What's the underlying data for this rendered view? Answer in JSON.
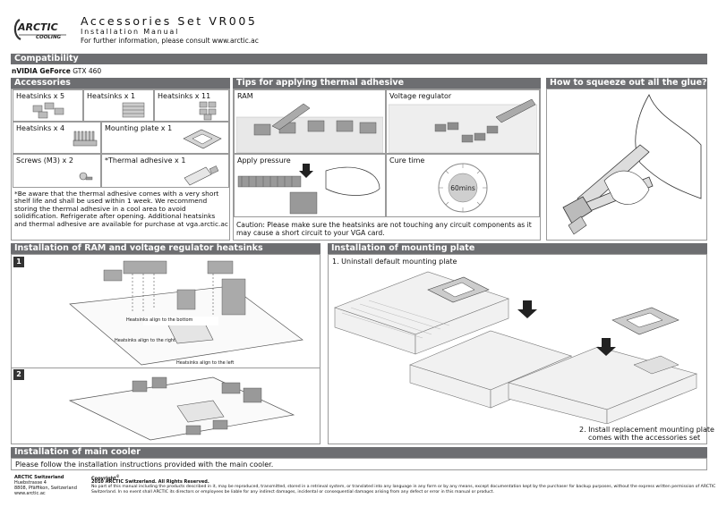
{
  "header": {
    "logo_text_top": "ARCTIC",
    "logo_text_bottom": "COOLING",
    "title": "Accessories Set VR005",
    "subtitle": "Installation Manual",
    "info": "For further information, please consult www.arctic.ac"
  },
  "compatibility": {
    "heading": "Compatibility",
    "brand": "nVIDIA GeForce",
    "model": "GTX 460"
  },
  "accessories": {
    "heading": "Accessories",
    "items": [
      {
        "label": "Heatsinks x 5"
      },
      {
        "label": "Heatsinks x 1"
      },
      {
        "label": "Heatsinks x 11"
      },
      {
        "label": "Heatsinks x 4"
      },
      {
        "label": "Mounting plate x 1"
      },
      {
        "label": "Screws (M3) x 2"
      },
      {
        "label": "*Thermal adhesive x 1"
      }
    ],
    "note": "*Be aware that the thermal adhesive comes with a very short shelf life and shall be used within 1 week. We recommend storing the thermal adhesive in a cool area to avoid solidification. Refrigerate after opening. Additional heatsinks and thermal adhesive are available for purchase at vga.arctic.ac"
  },
  "tips": {
    "heading": "Tips for applying thermal adhesive",
    "ram": "RAM",
    "voltage_regulator": "Voltage regulator",
    "apply_pressure": "Apply pressure",
    "cure_time": "Cure time",
    "cure_value": "60mins",
    "caution": "Caution: Please make sure the heatsinks are not touching any circuit components as it may cause a short circuit to your VGA card."
  },
  "squeeze": {
    "heading": "How to squeeze out all the glue?"
  },
  "ram_install": {
    "heading": "Installation of RAM and voltage regulator heatsinks",
    "step1": "1",
    "step2": "2",
    "align_bottom": "Heatsinks align to the bottom",
    "align_right": "Heatsinks align to the right",
    "align_left": "Heatsinks align to the left"
  },
  "mounting": {
    "heading": "Installation of mounting plate",
    "step1": "1. Uninstall default mounting plate",
    "step2_line1": "2. Install replacement mounting plate",
    "step2_line2": "comes with the accessories set"
  },
  "main_cooler": {
    "heading": "Installation of main cooler",
    "text": "Please follow the installation instructions provided with the main cooler."
  },
  "footer": {
    "company": "ARCTIC Switzerland",
    "addr1": "Huebstrasse 4",
    "addr2": "8808, Pfäffikon, Switzerland",
    "web": "www.arctic.ac",
    "copyright_label": "Copyright",
    "copyright_line": "2010 ARCTIC Switzerland. All Rights Reserved.",
    "legal1": "No part of this manual including the products described in it, may be reproduced, transmitted, stored in a retrieval system, or translated into any language in any form or by any means, except documentation kept by the purchaser for backup purposes, without the express written permission of ARCTIC",
    "legal2": "Switzerland. In no event shall ARCTIC its directors or employees be liable for any indirect damages, incidental or consequential damages arising from any defect or error in this manual or product."
  },
  "colors": {
    "bar": "#6d6e71",
    "border": "#9a9a9a"
  }
}
